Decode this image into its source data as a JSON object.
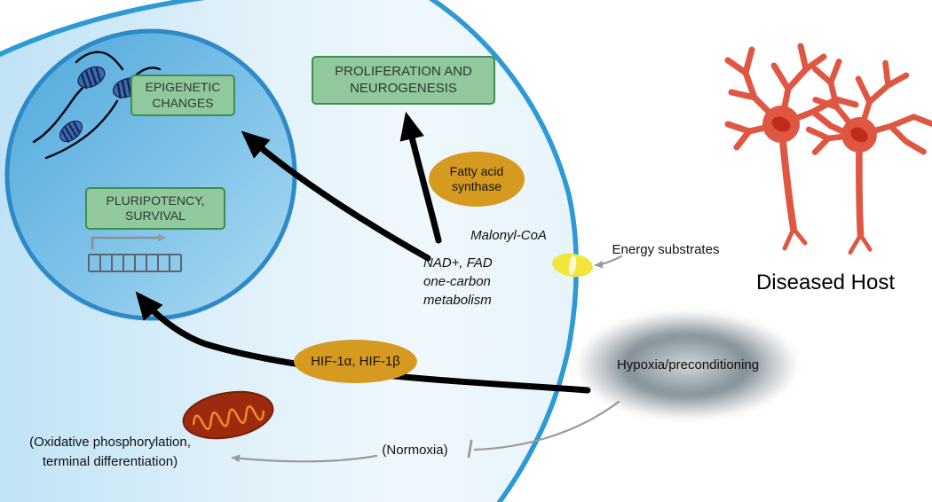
{
  "cell": {
    "nucleus": {
      "epigenetic_box": "EPIGENETIC\nCHANGES",
      "pluripotency_box": "PLURIPOTENCY,\nSURVIVAL"
    },
    "proliferation_box": "PROLIFERATION AND\nNEUROGENESIS",
    "fatty_acid_synthase": "Fatty acid\nsynthase",
    "malonyl_coa": "Malonyl-CoA",
    "one_carbon_metabolism": "NAD+, FAD\none-carbon\nmetabolism",
    "hif": "HIF-1α, HIF-1β",
    "normoxia": "(Normoxia)",
    "oxidative_phosphorylation": "(Oxidative phosphorylation,\nterminal differentiation)"
  },
  "extracellular": {
    "energy_substrates": "Energy substrates",
    "hypoxia_preconditioning": "Hypoxia/preconditioning",
    "diseased_host": "Diseased Host"
  },
  "colors": {
    "cell_membrane": "#2D9AD6",
    "nucleus_border": "#2E89C8",
    "green_box_fill": "#92C89D",
    "green_box_border": "#3E8E4C",
    "enzyme_ellipse": "#D59A1F",
    "mitochondrion": "#9C2A0E",
    "neuron": "#DF5742",
    "hypoxia_cloud": "#60707A",
    "transporter": "#F2E63E",
    "arrow_black": "#000000",
    "arrow_gray": "#9A9A9A"
  }
}
